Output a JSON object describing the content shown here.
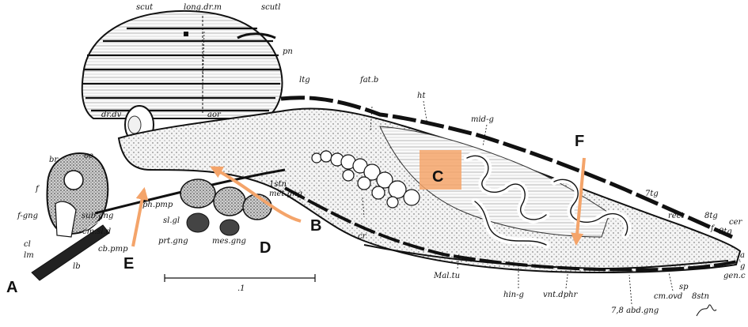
{
  "labels": {
    "scut": "scut",
    "long_dr_m": "long.dr.m",
    "scutl": "scutl",
    "pn": "pn",
    "ltg": "ltg",
    "fat_b": "fat.b",
    "ht": "ht",
    "mid_g": "mid-g",
    "dr_dv": "dr.dv",
    "aor": "aor",
    "br": "br",
    "oe": "oe",
    "f": "f",
    "f_gng": "f-gng",
    "sub_gng": "sub.gng",
    "ph_pmp": "ph.pmp",
    "cm_sl_d": "cm.sl.d",
    "sl_gl": "sl.gl",
    "cl": "cl",
    "lm": "lm",
    "cb_pmp": "cb.pmp",
    "lb": "lb",
    "prt_gng": "prt.gng",
    "mes_gng": "mes.gng",
    "stn_met_gng_1": "1stn",
    "stn_met_gng_2": "met.gng",
    "cr": "cr",
    "mal_tu": "Mal.tu",
    "hin_g": "hin-g",
    "vnt_dphr": "vnt.dphr",
    "abd_gng": "7,8 abd.gng",
    "cm_ovd": "cm.ovd",
    "sp": "sp",
    "stn8": "8stn",
    "tg7": "7tg",
    "rect": "rect",
    "tg8": "8tg",
    "f_tail": "f",
    "tg9": "9tg",
    "cer": "cer",
    "a": "a",
    "g": "g",
    "gen_c": "gen.c",
    "scale": ".1"
  },
  "markers": {
    "A": "A",
    "B": "B",
    "C": "C",
    "D": "D",
    "E": "E",
    "F": "F"
  },
  "colors": {
    "arrow": "#F4A46A",
    "highlight": "#F4A46A",
    "ink": "#111111"
  }
}
